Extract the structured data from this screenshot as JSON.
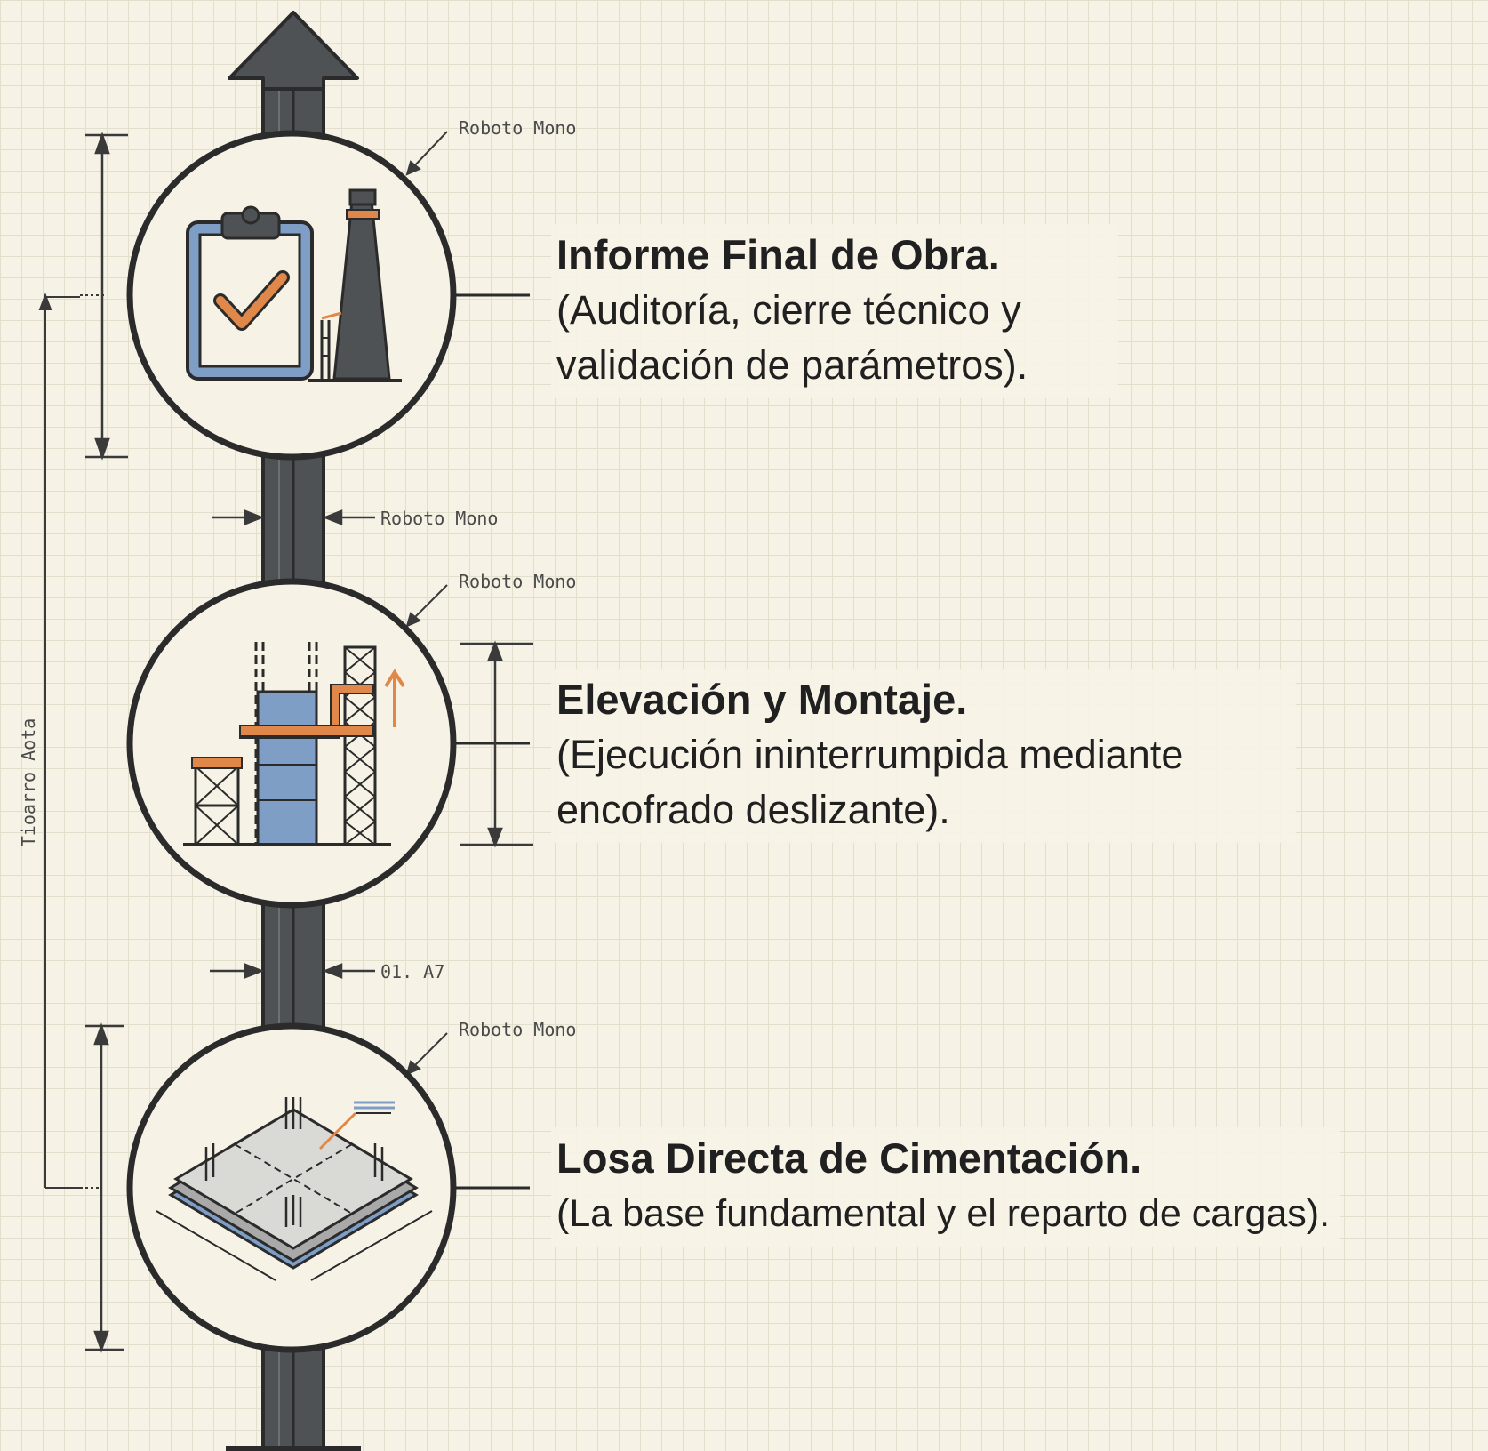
{
  "steps": [
    {
      "title": "Informe Final de Obra.",
      "description": "(Auditoría, cierre técnico y validación de parámetros)."
    },
    {
      "title": "Elevación y Montaje.",
      "description": "(Ejecución ininterrumpida mediante encofrado deslizante)."
    },
    {
      "title": "Losa Directa de Cimentación.",
      "description": "(La base fundamental y el reparto de cargas)."
    }
  ],
  "annotations": {
    "callout_top": "Roboto Mono",
    "callout_mid": "Roboto Mono",
    "callout_bottom": "Roboto Mono",
    "width_top": "Roboto Mono",
    "width_bottom": "01. A7",
    "axis_label": "Tioarro Aota"
  },
  "colors": {
    "shaft": "#4f5255",
    "circle_fill": "#f6f3e6",
    "outline": "#2b2b2b",
    "accent_orange": "#e0874a",
    "accent_blue": "#7e9ec6",
    "concrete": "#d9d9d6"
  },
  "icons": [
    "clipboard-check-icon",
    "chimney-icon",
    "scaffolding-icon",
    "foundation-slab-icon"
  ]
}
